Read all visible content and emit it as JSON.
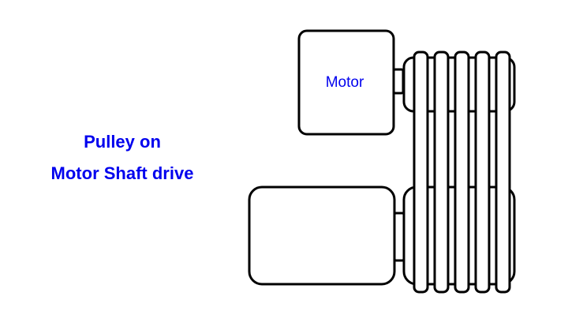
{
  "heading": {
    "line1": "Pulley on",
    "line2": "Motor Shaft drive",
    "color": "#0000ee"
  },
  "diagram": {
    "motor_label": "Motor",
    "label_color": "#0000ee",
    "stroke_color": "#000000"
  }
}
